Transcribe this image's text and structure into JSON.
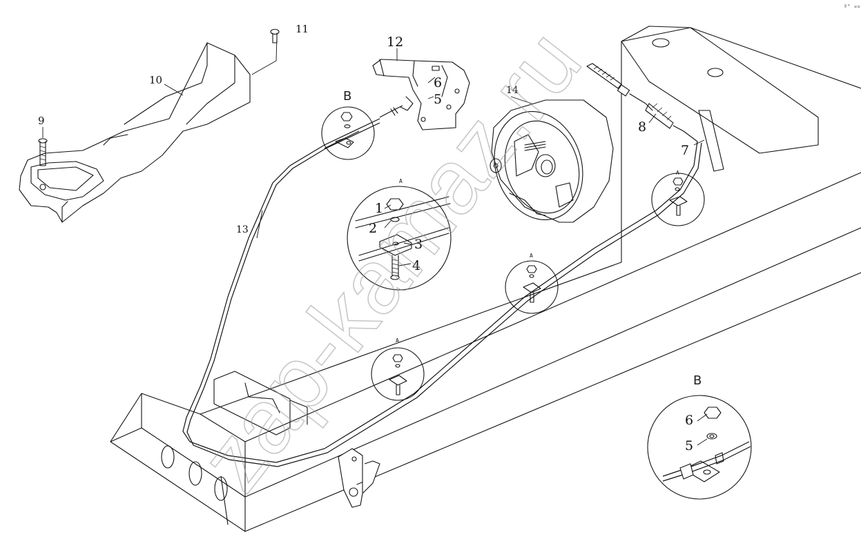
{
  "diagram": {
    "corner_mark": "ª° ¤¤¤",
    "watermark": "zap-kamaz.ru",
    "callouts": {
      "c1": "1",
      "c2": "2",
      "c3": "3",
      "c4": "4",
      "c5_top": "5",
      "c6_top": "6",
      "c7": "7",
      "c8": "8",
      "c9": "9",
      "c10": "10",
      "c11": "11",
      "c12": "12",
      "c13": "13",
      "c14": "14",
      "c5_detail": "5",
      "c6_detail": "6"
    },
    "detail_labels": {
      "b_top": "B",
      "b_bottom": "B",
      "a_center": "A",
      "a_right": "A",
      "a_mid": "A",
      "a_low": "A"
    }
  }
}
